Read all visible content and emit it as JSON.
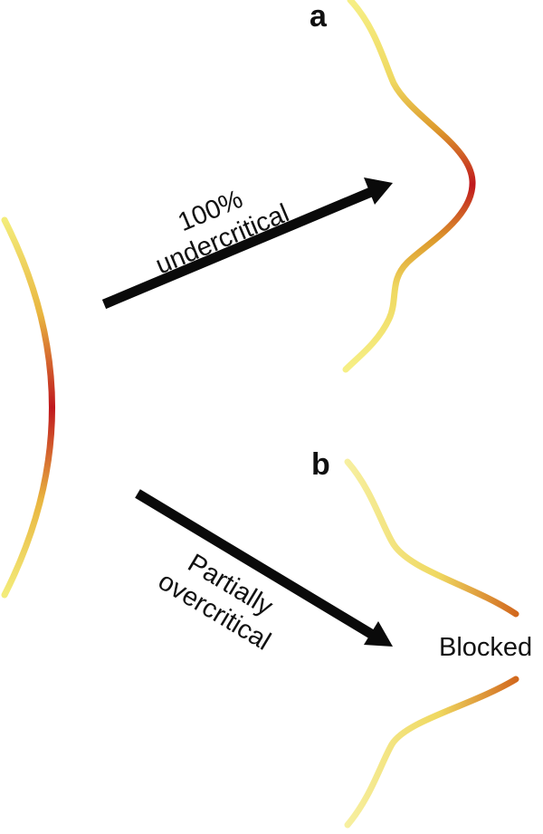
{
  "panels": {
    "a": {
      "label": "a",
      "arrow_label_line1": "100%",
      "arrow_label_line2": "undercritical"
    },
    "b": {
      "label": "b",
      "arrow_label_line1": "Partially",
      "arrow_label_line2": "overcritical",
      "outcome_label": "Blocked"
    }
  },
  "colors": {
    "gradient_edge": "#f3ec7a",
    "gradient_mid": "#d9821f",
    "gradient_center": "#c0171d",
    "arrow": "#0a0a0a"
  }
}
